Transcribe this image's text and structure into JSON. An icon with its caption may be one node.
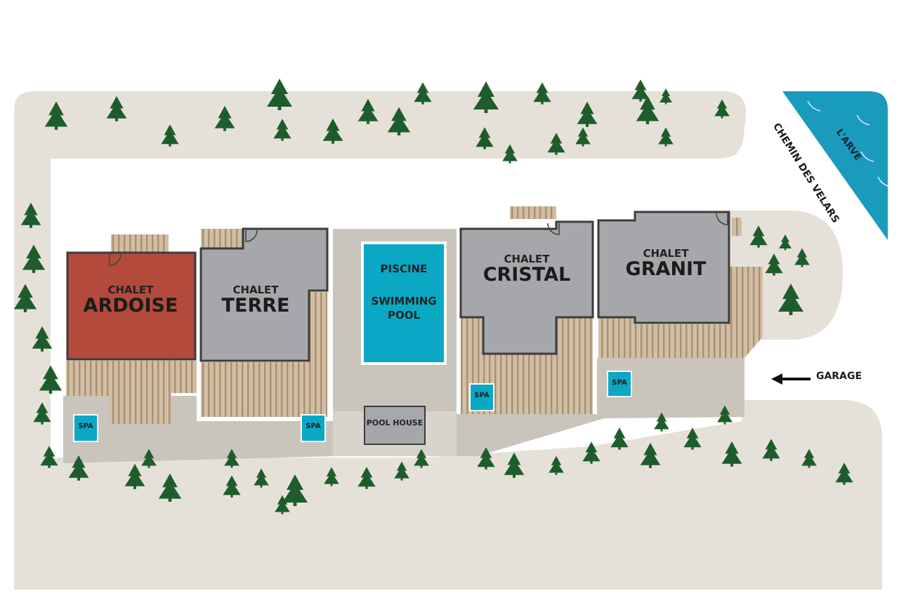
{
  "diagram": {
    "nodes": [
      {
        "text": [
          "L'ARVE"
        ]
      },
      {
        "text": [
          "CHALET",
          "ARDOISE"
        ]
      },
      {
        "text": [
          "CHALET",
          "TERRE"
        ]
      },
      {
        "text": [
          "PISCINE",
          "SWIMMING POOL"
        ]
      },
      {
        "text": [
          "CHALET",
          "CRISTAL"
        ]
      },
      {
        "text": [
          "CHALET",
          "GRANIT"
        ]
      },
      {
        "text": [
          "SPA"
        ]
      },
      {
        "text": [
          "SPA"
        ]
      },
      {
        "text": [
          "SPA"
        ]
      },
      {
        "text": [
          "SPA"
        ]
      },
      {
        "text": [
          "POOL HOUSE"
        ]
      }
    ],
    "labels": [
      "CHEMIN DES VELARS",
      "GARAGE"
    ]
  }
}
